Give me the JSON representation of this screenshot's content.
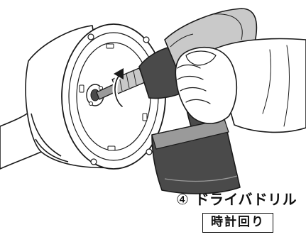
{
  "figure": {
    "step_number": "④",
    "tool_name": "ドライバドリル",
    "direction_label": "時計回り"
  },
  "colors": {
    "line": "#1a1a1a",
    "tool_dark": "#4a4a4a",
    "tool_grey": "#9a9a9a",
    "tool_light": "#c9c9c9",
    "background": "#ffffff"
  }
}
